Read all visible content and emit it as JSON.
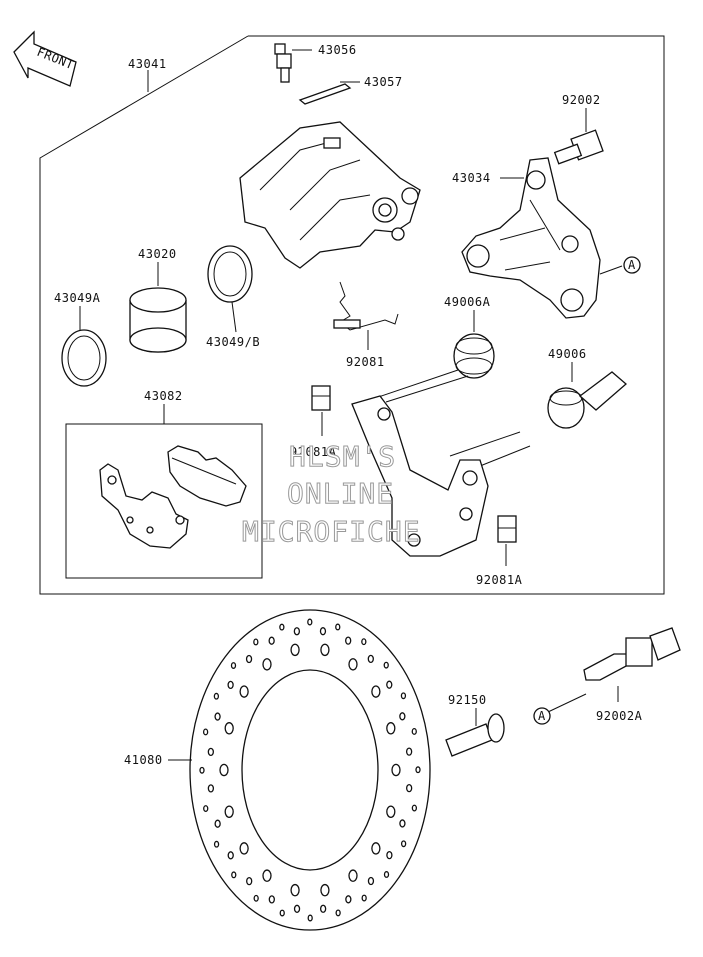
{
  "front_arrow": {
    "label": "FRONT"
  },
  "labels": {
    "p43041": "43041",
    "p43056": "43056",
    "p43057": "43057",
    "p92002": "92002",
    "p43034": "43034",
    "p43020": "43020",
    "p43049A": "43049A",
    "p43049B": "43049/B",
    "p92081": "92081",
    "p49006A": "49006A",
    "p49006": "49006",
    "p43082": "43082",
    "p92081A_1": "92081A",
    "p92081A_2": "92081A",
    "p41080": "41080",
    "p92150": "92150",
    "p92002A": "92002A",
    "ref_a_1": "A",
    "ref_a_2": "A"
  },
  "watermark": {
    "line1": "HLSM'S",
    "line2": "ONLINE",
    "line3": "MICROFICHE"
  }
}
